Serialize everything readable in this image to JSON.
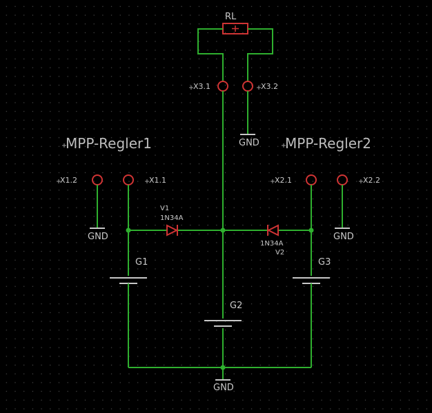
{
  "labels": {
    "rl": "RL",
    "x31": "X3.1",
    "x32": "X3.2",
    "gnd_top": "GND",
    "regler1": "MPP-Regler1",
    "regler2": "MPP-Regler2",
    "x12": "X1.2",
    "x11": "X1.1",
    "x21": "X2.1",
    "x22": "X2.2",
    "v1_name": "V1",
    "v1_type": "1N34A",
    "v2_type": "1N34A",
    "v2_name": "V2",
    "gnd_left": "GND",
    "gnd_right": "GND",
    "g1": "G1",
    "g2": "G2",
    "g3": "G3",
    "gnd_bottom": "GND"
  },
  "colors": {
    "background": "#000000",
    "wire": "#2fb02f",
    "pin": "#d03434",
    "part": "#c8c8c8",
    "grid": "#4a4a4a"
  }
}
